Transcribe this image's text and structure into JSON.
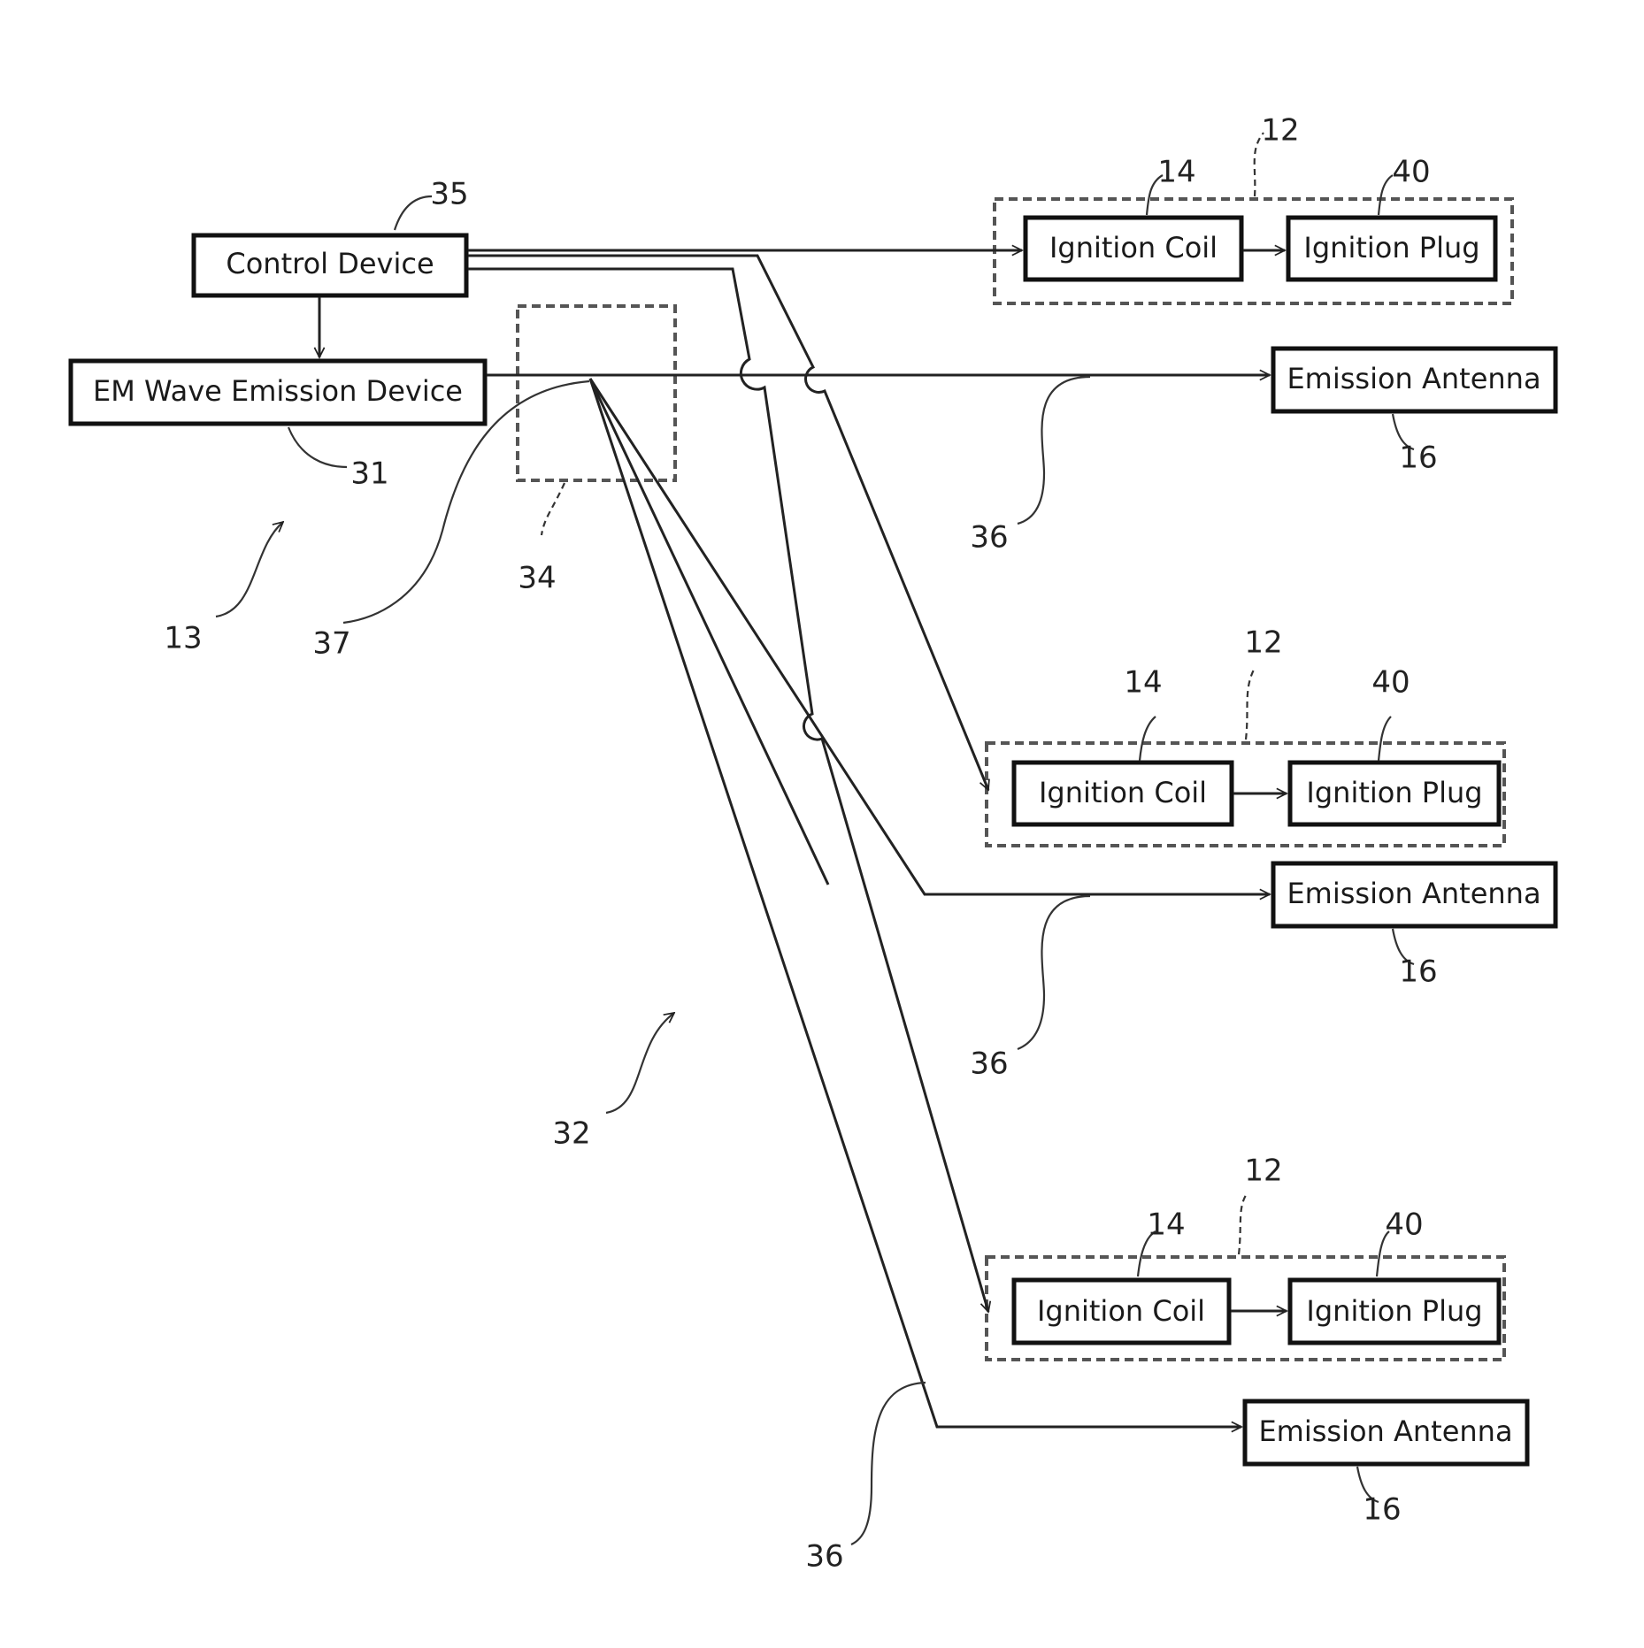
{
  "control_device": {
    "label": "Control Device",
    "ref": "35"
  },
  "em_device": {
    "label": "EM Wave Emission Device",
    "ref": "31"
  },
  "mixer_ref": "34",
  "junction_ref": "37",
  "system_ref": "13",
  "wiring_ref": "32",
  "units": [
    {
      "group_ref": "12",
      "coil_ref": "14",
      "plug_ref": "40",
      "coil_label": "Ignition Coil",
      "plug_label": "Ignition Plug",
      "antenna_label": "Emission Antenna",
      "antenna_ref": "16",
      "line_ref": "36"
    },
    {
      "group_ref": "12",
      "coil_ref": "14",
      "plug_ref": "40",
      "coil_label": "Ignition Coil",
      "plug_label": "Ignition Plug",
      "antenna_label": "Emission Antenna",
      "antenna_ref": "16",
      "line_ref": "36"
    },
    {
      "group_ref": "12",
      "coil_ref": "14",
      "plug_ref": "40",
      "coil_label": "Ignition Coil",
      "plug_label": "Ignition Plug",
      "antenna_label": "Emission Antenna",
      "antenna_ref": "16",
      "line_ref": "36"
    }
  ]
}
